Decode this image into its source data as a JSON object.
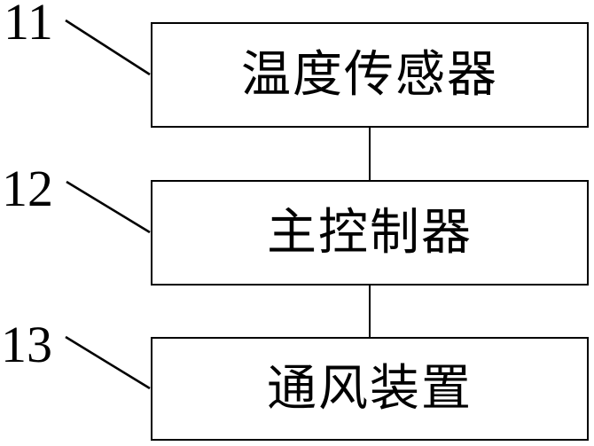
{
  "diagram": {
    "background_color": "#ffffff",
    "line_color": "#000000",
    "boxes": [
      {
        "ref": "11",
        "label": "温度传感器"
      },
      {
        "ref": "12",
        "label": "主控制器"
      },
      {
        "ref": "13",
        "label": "通风装置"
      }
    ],
    "connections": [
      {
        "from": "温度传感器",
        "to": "主控制器"
      },
      {
        "from": "主控制器",
        "to": "通风装置"
      }
    ]
  }
}
